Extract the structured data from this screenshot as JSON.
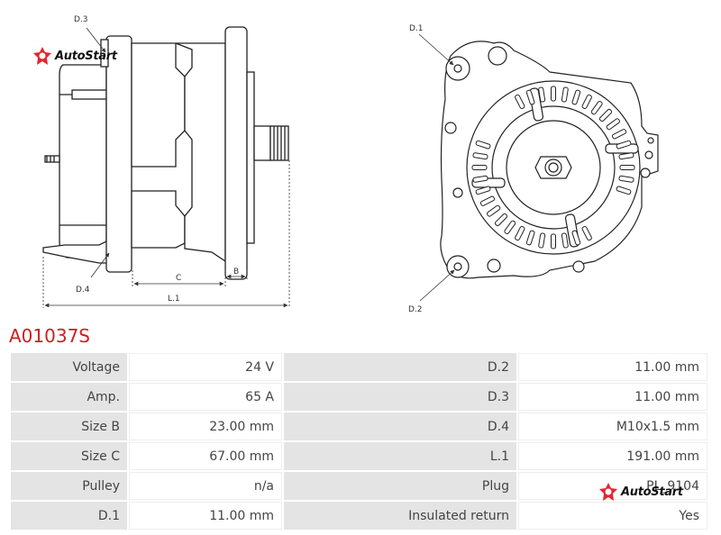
{
  "brand": {
    "name": "AutoStart",
    "color": "#e3262f"
  },
  "drawing": {
    "side_view": {
      "labels": {
        "d3": "D.3",
        "d4": "D.4",
        "c": "C",
        "b": "B",
        "l1": "L.1"
      }
    },
    "front_view": {
      "labels": {
        "d1": "D.1",
        "d2": "D.2"
      }
    }
  },
  "product": {
    "code": "A01037S",
    "code_color": "#cc1f1f"
  },
  "specs": [
    {
      "label": "Voltage",
      "value": "24 V",
      "label2": "D.2",
      "value2": "11.00 mm"
    },
    {
      "label": "Amp.",
      "value": "65 A",
      "label2": "D.3",
      "value2": "11.00 mm"
    },
    {
      "label": "Size B",
      "value": "23.00 mm",
      "label2": "D.4",
      "value2": "M10x1.5 mm"
    },
    {
      "label": "Size C",
      "value": "67.00 mm",
      "label2": "L.1",
      "value2": "191.00 mm"
    },
    {
      "label": "Pulley",
      "value": "n/a",
      "label2": "Plug",
      "value2": "PL_9104"
    },
    {
      "label": "D.1",
      "value": "11.00 mm",
      "label2": "Insulated return",
      "value2": "Yes"
    }
  ]
}
